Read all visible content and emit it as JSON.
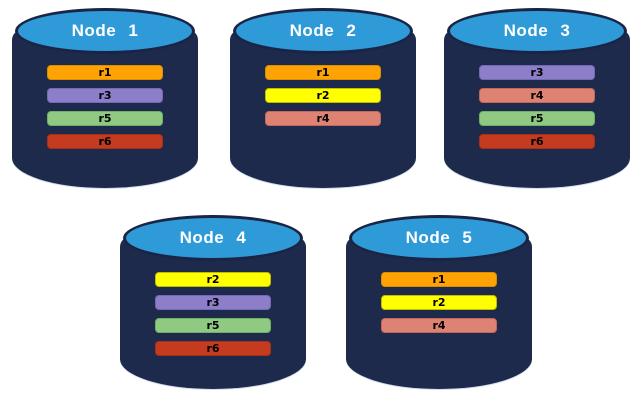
{
  "colors": {
    "background": "#FFFFFF",
    "cylinder_body": "#1E2A4C",
    "cylinder_outline": "#1A2546",
    "ellipse_fill": "#2E9AD8",
    "node_label_color": "#FFFFFF",
    "bar_text_color": "#000000"
  },
  "replica_styles": {
    "r1": {
      "label": "r1",
      "fill": "#FFA204",
      "border": "#DC8D00"
    },
    "r2": {
      "label": "r2",
      "fill": "#FFFF00",
      "border": "#BFBF00"
    },
    "r3": {
      "label": "r3",
      "fill": "#8C7EC8",
      "border": "#7669B4"
    },
    "r4": {
      "label": "r4",
      "fill": "#DE8273",
      "border": "#C2675A"
    },
    "r5": {
      "label": "r5",
      "fill": "#90C981",
      "border": "#6FAF62"
    },
    "r6": {
      "label": "r6",
      "fill": "#C53B20",
      "border": "#A93015"
    }
  },
  "nodes": [
    {
      "label": "Node 1",
      "replicas": [
        "r1",
        "r3",
        "r5",
        "r6"
      ]
    },
    {
      "label": "Node 2",
      "replicas": [
        "r1",
        "r2",
        "r4"
      ]
    },
    {
      "label": "Node 3",
      "replicas": [
        "r3",
        "r4",
        "r5",
        "r6"
      ]
    },
    {
      "label": "Node 4",
      "replicas": [
        "r2",
        "r3",
        "r5",
        "r6"
      ]
    },
    {
      "label": "Node 5",
      "replicas": [
        "r1",
        "r2",
        "r4"
      ]
    }
  ]
}
